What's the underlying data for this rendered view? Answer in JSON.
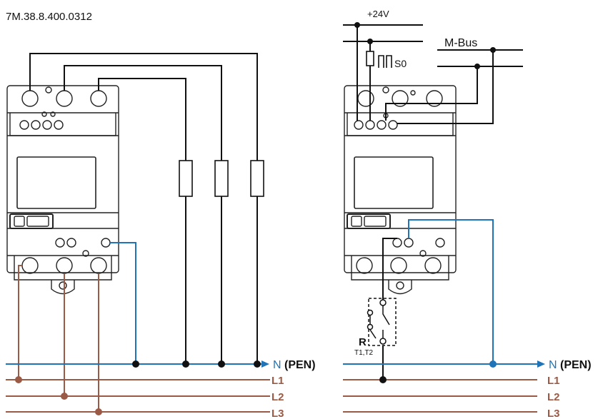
{
  "diagram": {
    "model_code": "7M.38.8.400.0312",
    "supply_voltage": "+24V",
    "bus_label": "M-Bus",
    "pulse_output_label": "S0",
    "relay_label": "R",
    "relay_sub_label": "T1,T2",
    "neutral_letter": "N",
    "neutral_suffix": "(PEN)",
    "lines": [
      "L1",
      "L2",
      "L3"
    ]
  },
  "colors": {
    "neutral_wire": "#1f73b7",
    "phase_wire": "#9a5a45",
    "black_wire": "#111111",
    "device_outline": "#222222"
  }
}
